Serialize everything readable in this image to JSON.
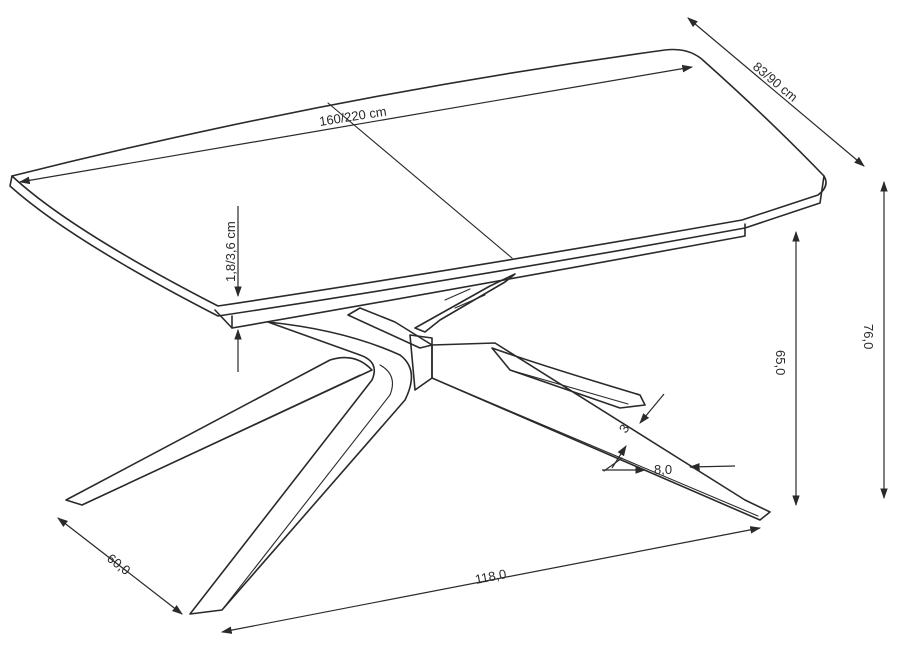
{
  "dimensions": {
    "top_length": "160/220 cm",
    "top_depth": "83/90 cm",
    "top_thickness": "1,8/3,6 cm",
    "total_height": "76,0",
    "base_height": "65,0",
    "base_length": "118,0",
    "base_depth": "60,0",
    "leg_width": "8,0",
    "leg_thickness": "3"
  },
  "colors": {
    "line": "#2a2a2a",
    "background": "#ffffff"
  }
}
